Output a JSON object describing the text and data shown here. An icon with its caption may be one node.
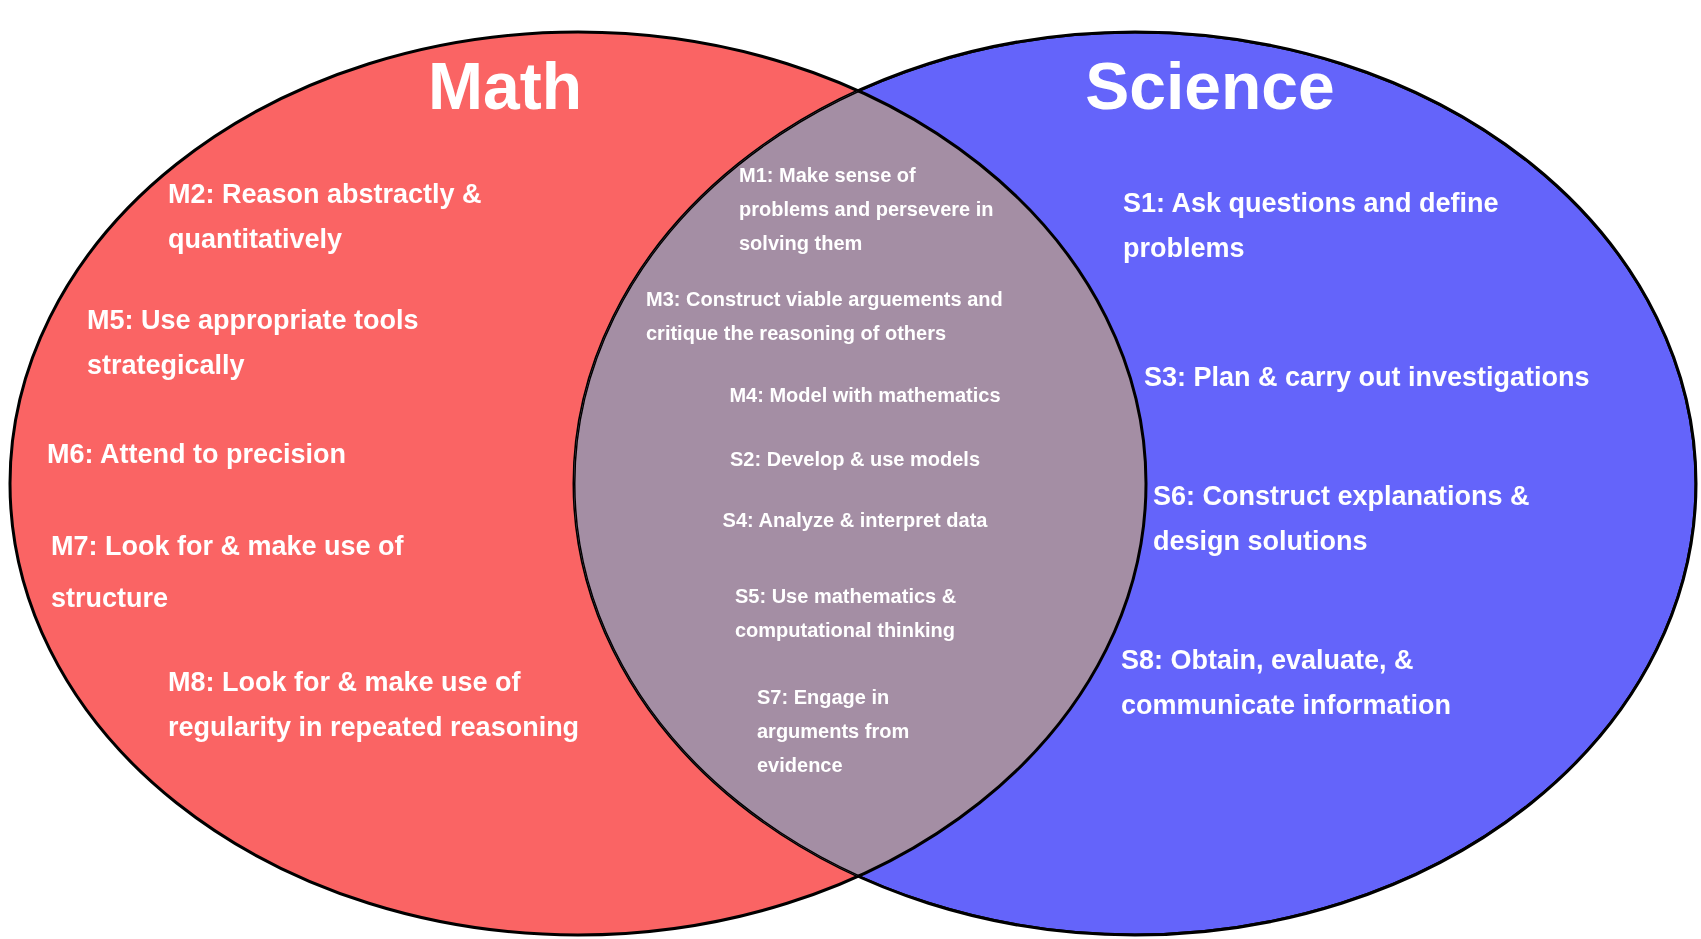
{
  "diagram": {
    "nodes": [
      {
        "text": [
          "Math",
          "M2: Reason abstractly & quantitatively",
          "M5: Use appropriate tools strategically",
          "M6: Attend to precision",
          "M7: Look for & make use of structure",
          "M8: Look for & make use of regularity in repeated reasoning"
        ]
      },
      {
        "text": [
          "Science",
          "S1: Ask questions and define problems",
          "S3: Plan & carry out investigations",
          "S6: Construct explanations & design solutions",
          "S8: Obtain, evaluate, & communicate information"
        ]
      }
    ],
    "labels": [
      "M1: Make sense of problems and persevere in solving them",
      "M3: Construct viable arguements and critique the reasoning of others",
      "M4: Model with mathematics",
      "S2: Develop & use models",
      "S4: Analyze & interpret data",
      "S5: Use mathematics & computational thinking",
      "S7: Engage in arguments from evidence"
    ]
  }
}
